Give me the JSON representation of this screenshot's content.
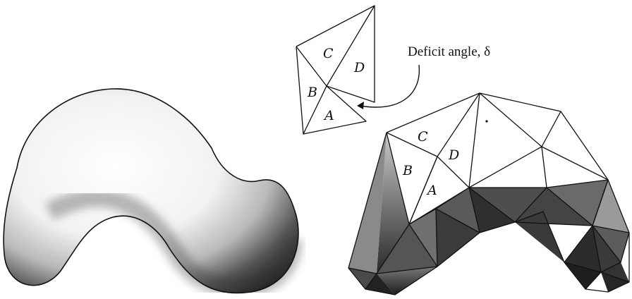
{
  "annotation": {
    "deficit_label": "Deficit angle, δ"
  },
  "fan_labels": [
    "A",
    "B",
    "C",
    "D"
  ],
  "polyhedron_labels": [
    "A",
    "B",
    "C",
    "D"
  ],
  "colors": {
    "ink": "#111111",
    "shade_light": "#ffffff",
    "shade_dark": "#2b2b2b"
  }
}
